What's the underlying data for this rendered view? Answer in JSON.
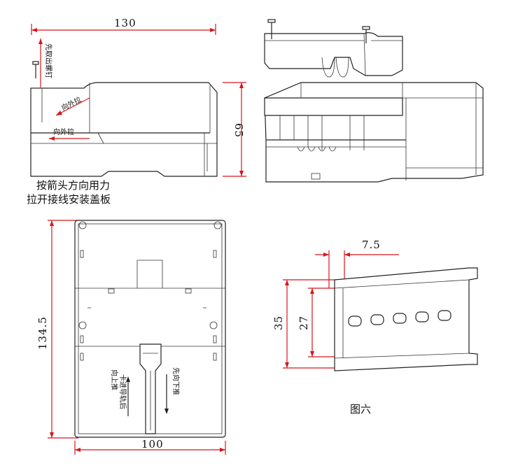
{
  "views": {
    "side": {
      "width_dim": "130",
      "height_dim": "65",
      "note_remove_screw": "先取出螺钉",
      "arrow_pull_out_1": "向外拉",
      "arrow_pull_out_2": "向外拉",
      "caption_line1": "按箭头方向用力",
      "caption_line2": "拉开接线安装盖板"
    },
    "bottom": {
      "height_dim": "134.5",
      "width_dim": "100",
      "note_push_down": "先向下推",
      "note_clip_rail": "卡进导轨后",
      "note_push_up": "向上推"
    },
    "rail": {
      "flange_dim": "7.5",
      "outer_dim": "35",
      "inner_dim": "27",
      "figure_label": "图六"
    }
  },
  "colors": {
    "dimension": "#d8141c",
    "outline": "#222222"
  }
}
